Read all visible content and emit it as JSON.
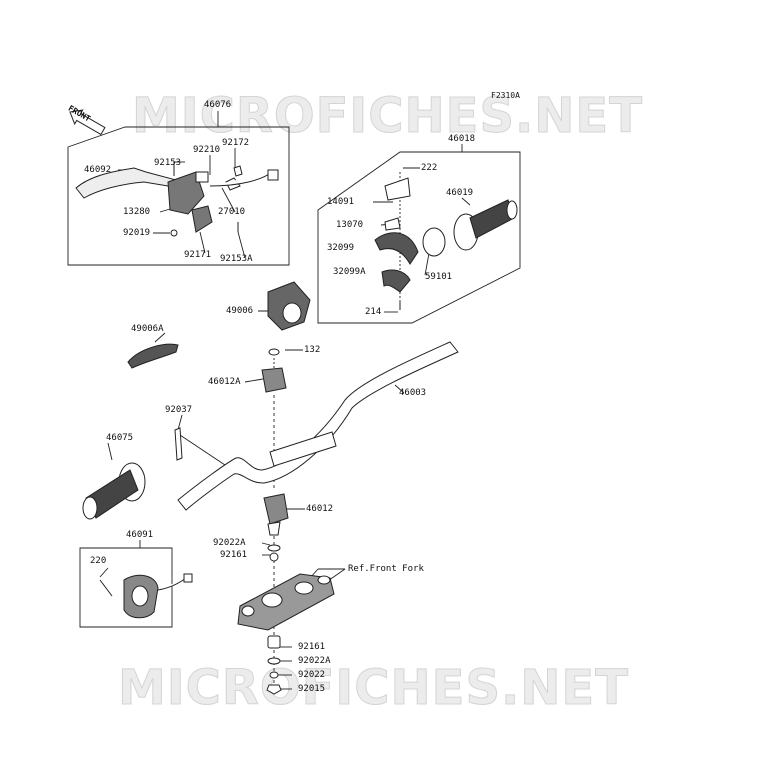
{
  "diagram": {
    "code": "F2310A",
    "watermark": "MICROFICHES.NET",
    "front_label": "FRONT",
    "parts": {
      "p46076": "46076",
      "p92172": "92172",
      "p92210": "92210",
      "p92153": "92153",
      "p46092": "46092",
      "p13280": "13280",
      "p27010": "27010",
      "p92019": "92019",
      "p92171": "92171",
      "p92153A": "92153A",
      "p46018": "46018",
      "p222": "222",
      "p14091": "14091",
      "p46019": "46019",
      "p13070": "13070",
      "p32099": "32099",
      "p32099A": "32099A",
      "p59101": "59101",
      "p214": "214",
      "p49006": "49006",
      "p49006A": "49006A",
      "p132": "132",
      "p46012A": "46012A",
      "p46003": "46003",
      "p92037": "92037",
      "p46075": "46075",
      "p46012": "46012",
      "p46091": "46091",
      "p92022A_top": "92022A",
      "p92161_top": "92161",
      "p220": "220",
      "ref_front_fork": "Ref.Front Fork",
      "p92161_bot": "92161",
      "p92022A_bot": "92022A",
      "p92022": "92022",
      "p92015": "92015"
    }
  }
}
